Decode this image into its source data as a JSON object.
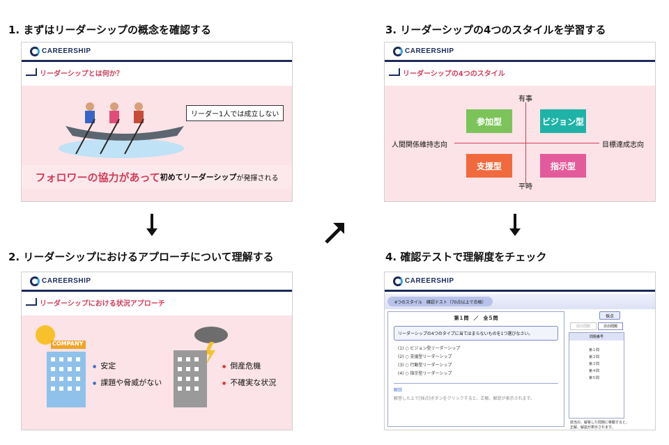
{
  "steps": [
    {
      "title": "1. まずはリーダーシップの概念を確認する"
    },
    {
      "title": "2. リーダーシップにおけるアプローチについて理解する"
    },
    {
      "title": "3. リーダーシップの4つのスタイルを学習する"
    },
    {
      "title": "4. 確認テストで理解度をチェック"
    }
  ],
  "brand": "CAREERSHIP",
  "panel1": {
    "heading": "リーダーシップとは何か？",
    "callout": "リーダー1人では成立しない",
    "caption_emph": "フォロワーの協力があって",
    "caption_rest1": "初めてリーダーシップ",
    "caption_rest2": "が発揮される"
  },
  "panel2": {
    "heading": "リーダーシップにおける状況アプローチ",
    "company": "COMPANY",
    "bullets_left": [
      "安定",
      "課題や脅威がない"
    ],
    "bullets_right": [
      "倒産危機",
      "不確実な状況"
    ],
    "colors": {
      "blue": "#3f6dc8",
      "red": "#d33333"
    }
  },
  "panel3": {
    "heading": "リーダーシップの4つのスタイル",
    "axis_top": "有事",
    "axis_bottom": "平時",
    "axis_left": "人間関係維持志向",
    "axis_right": "目標達成志向",
    "quadrants": [
      {
        "label": "参加型",
        "color": "#7cc45a"
      },
      {
        "label": "ビジョン型",
        "color": "#1fb3a8"
      },
      {
        "label": "支援型",
        "color": "#f06a3d"
      },
      {
        "label": "指示型",
        "color": "#e35b9a"
      }
    ]
  },
  "panel4": {
    "tab": "4つのスタイル　確認テスト（70点以上で合格）",
    "question_no": "第１問　／　全５問",
    "question": "リーダーシップの4つのタイプに当てはまらないものを1つ選びなさい。",
    "options": [
      "(1)  ○  ビジョン型リーダーシップ",
      "(2)  ○  支援型リーダーシップ",
      "(3)  ○  行動型リーダーシップ",
      "(4)  ○  指示型リーダーシップ"
    ],
    "explain_label": "解説",
    "explain_text": "解答した上で[採点]ボタンをクリックすると、正解、解説が表示されます。",
    "grade_button": "採点",
    "prev_button": "前の問題",
    "next_button": "次の問題",
    "list_header": "問題番号",
    "questions": [
      "第１問",
      "第２問",
      "第３問",
      "第４問",
      "第５問"
    ],
    "footer_note_1": "該当の、解答した問題に移動すると、",
    "footer_note_2": "正解、解説が表示されます。"
  }
}
